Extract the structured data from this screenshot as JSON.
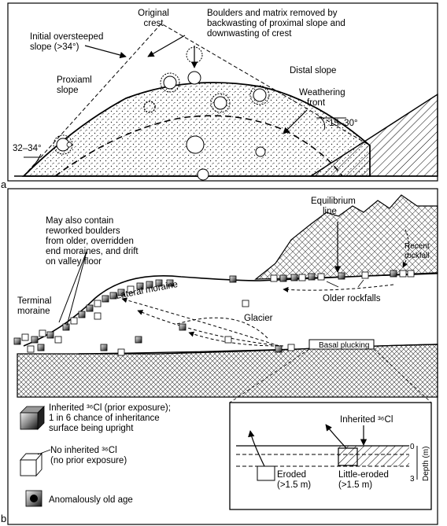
{
  "panel_a": {
    "letter": "a",
    "original_crest": [
      "Original",
      "crest"
    ],
    "boulders_removed": [
      "Boulders and matrix removed by",
      "backwasting of proximal slope and",
      "downwasting of crest"
    ],
    "initial_slope": [
      "Initial oversteeped",
      "slope (>34°)"
    ],
    "distal_slope": "Distal slope",
    "proximal_slope": [
      "Proxiaml",
      "slope"
    ],
    "weathering_front": [
      "Weathering",
      "front"
    ],
    "angle_distal": "15–30°",
    "angle_proximal": "32–34°"
  },
  "panel_b": {
    "letter": "b",
    "equilibrium_line": [
      "Equilibrium",
      "line"
    ],
    "reworked": [
      "May also contain",
      "reworked boulders",
      "from older, overridden",
      "end moraines, and drift",
      "on valley floor"
    ],
    "recent_rockfall": [
      "Recent",
      "rockfall"
    ],
    "lateral_moraine": "Lateral moraine",
    "older_rockfalls": "Older rockfalls",
    "terminal_moraine": [
      "Terminal",
      "moraine"
    ],
    "glacier": "Glacier",
    "basal_plucking": "Basal plucking"
  },
  "legend": {
    "inherited": [
      "Inherited ³⁶Cl (prior exposure);",
      "1 in 6 chance of inheritance",
      "surface being upright"
    ],
    "no_inherited": [
      "No inherited ³⁶Cl",
      "(no prior exposure)"
    ],
    "anomalous": "Anomalously old age"
  },
  "inset": {
    "inherited_label": "Inherited ³⁶Cl",
    "eroded": [
      "Eroded",
      "(>1.5 m)"
    ],
    "little_eroded": [
      "Little-eroded",
      "(>1.5 m)"
    ],
    "depth_axis": "Depth (m)",
    "depth_top": "0",
    "depth_bottom": "3"
  }
}
